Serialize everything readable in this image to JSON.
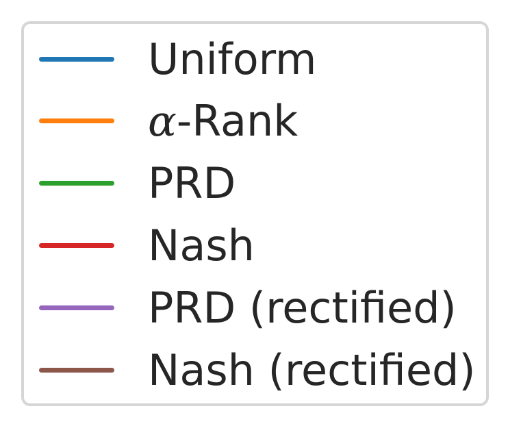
{
  "chart_data": {
    "type": "line",
    "legend_placement": "center",
    "series": [
      {
        "name": "Uniform",
        "color": "#1f77b4"
      },
      {
        "name": "α-Rank",
        "color": "#ff7f0e"
      },
      {
        "name": "PRD",
        "color": "#2ca02c"
      },
      {
        "name": "Nash",
        "color": "#d62728"
      },
      {
        "name": "PRD (rectified)",
        "color": "#9467bd"
      },
      {
        "name": "Nash (rectified)",
        "color": "#8c564b"
      }
    ]
  }
}
